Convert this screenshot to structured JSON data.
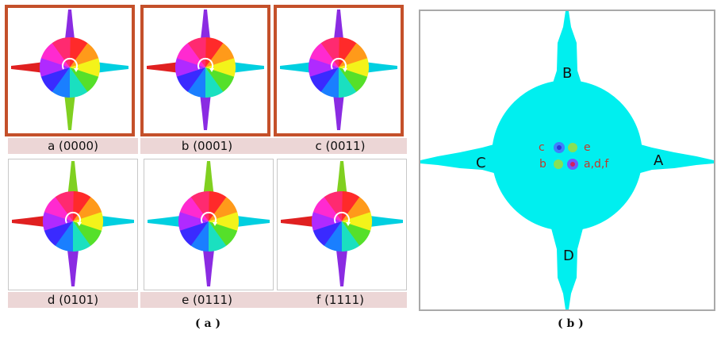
{
  "panel_a": {
    "label": "( a )",
    "cells": [
      {
        "caption": "a (0000)",
        "selected": true
      },
      {
        "caption": "b (0001)",
        "selected": true
      },
      {
        "caption": "c (0011)",
        "selected": true
      },
      {
        "caption": "d (0101)",
        "selected": false
      },
      {
        "caption": "e (0111)",
        "selected": false
      },
      {
        "caption": "f (1111)",
        "selected": false
      }
    ]
  },
  "panel_b": {
    "label": "( b )",
    "arms": {
      "top": "B",
      "left": "C",
      "right": "A",
      "bottom": "D"
    },
    "points": {
      "c": "c",
      "e": "e",
      "b": "b",
      "adf": "a,d,f"
    }
  },
  "colors": {
    "selection_border": "#c4502a",
    "caption_bg": "#ecd6d6",
    "shape_fill": "#00efef",
    "point_label": "#c0392b"
  }
}
